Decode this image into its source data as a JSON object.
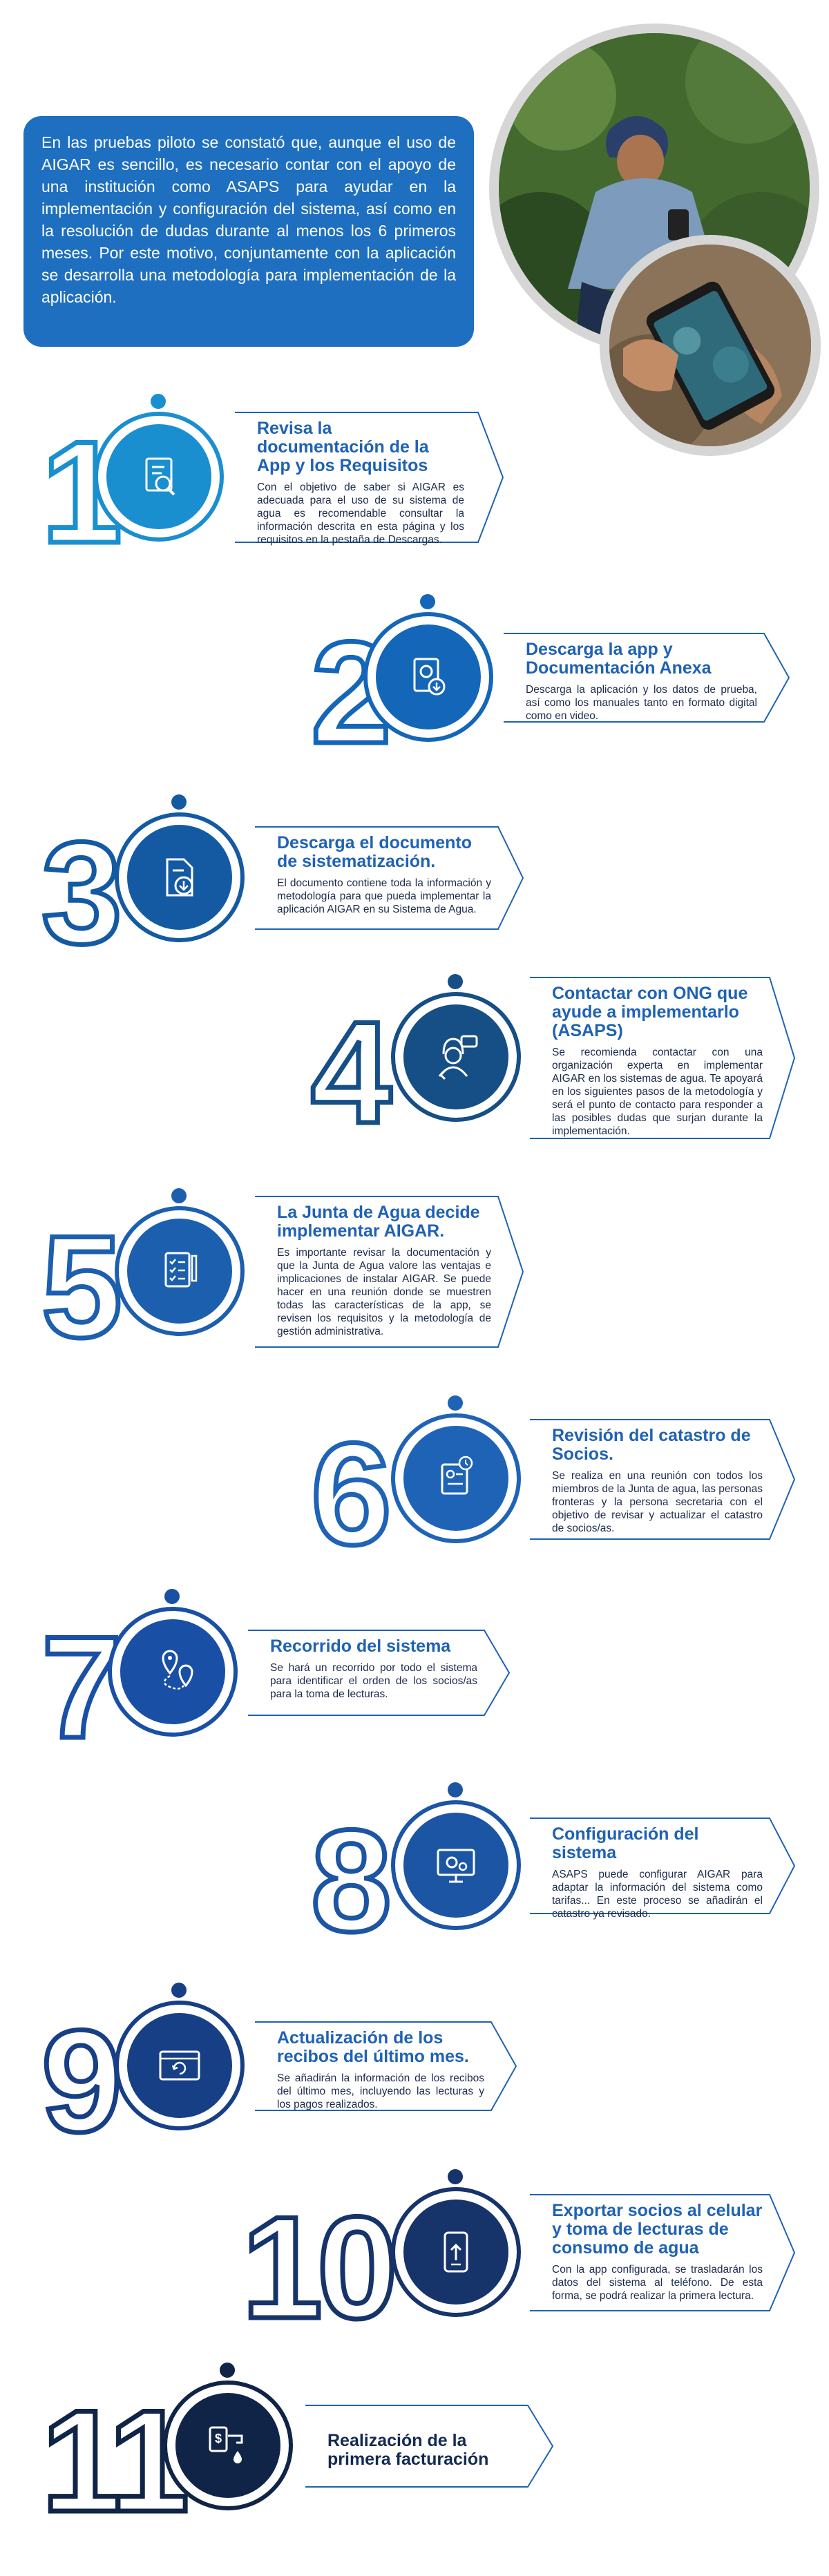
{
  "intro": {
    "text": "En las pruebas piloto se constató que, aunque el uso de AIGAR es sencillo, es necesario contar con el apoyo de una institución como ASAPS para ayudar en la implementación y configuración del sistema, así como en la resolución de dudas durante al menos los 6 primeros meses. Por este motivo, conjuntamente con la aplicación se desarrolla una metodología para implementación de la aplicación."
  },
  "photos": {
    "main": "field-worker-photo",
    "detail": "phone-in-hand-photo"
  },
  "colors": {
    "primary": "#1f62b4",
    "step_1": "#1a8fd0",
    "step_2": "#1466b8",
    "step_3": "#145aa3",
    "step_4": "#164e86",
    "step_5": "#1c5fae",
    "step_6": "#1f63b7",
    "step_7": "#1a4fa6",
    "step_8": "#1b55a3",
    "step_9": "#173f86",
    "step_10": "#16336a",
    "step_11": "#0f2446"
  },
  "steps": [
    {
      "number": "1",
      "title": "Revisa la documentación de la App y los Requisitos",
      "description": "Con el objetivo de saber si AIGAR es adecuada para el uso de su sistema de agua es recomendable consultar la información descrita en esta página y los requisitos en la pestaña de Descargas.",
      "icon": "document-search-icon"
    },
    {
      "number": "2",
      "title": "Descarga la app y Documentación Anexa",
      "description": "Descarga la aplicación y los datos de prueba, así como los manuales tanto en formato digital como en video.",
      "icon": "manual-download-icon"
    },
    {
      "number": "3",
      "title": "Descarga el documento de sistematización.",
      "description": "El documento contiene toda la información y metodología para que pueda implementar la aplicación AIGAR en su Sistema de Agua.",
      "icon": "document-download-icon"
    },
    {
      "number": "4",
      "title": "Contactar con ONG que ayude a implementarlo (ASAPS)",
      "description": "Se recomienda contactar con una organización experta en implementar AIGAR en los sistemas de agua. Te apoyará en los siguientes pasos de la metodología y será el punto de contacto para responder a las posibles dudas que surjan durante la implementación.",
      "icon": "support-agent-icon"
    },
    {
      "number": "5",
      "title": "La Junta de Agua decide implementar AIGAR.",
      "description": "Es importante revisar la documentación y que la Junta de Agua valore las ventajas e implicaciones de instalar AIGAR. Se puede hacer en una reunión donde se muestren todas las características de la app, se revisen los requisitos y la metodología de gestión administrativa.",
      "icon": "checklist-icon"
    },
    {
      "number": "6",
      "title": "Revisión del catastro de Socios.",
      "description": "Se realiza en una reunión con todos los miembros de la Junta de agua, las personas fronteras y la persona secretaria con el objetivo de revisar y actualizar el catastro de socios/as.",
      "icon": "catastro-review-icon"
    },
    {
      "number": "7",
      "title": "Recorrido del sistema",
      "description": "Se hará un recorrido por todo el sistema para identificar el orden de los socios/as para la toma de lecturas.",
      "icon": "route-pins-icon"
    },
    {
      "number": "8",
      "title": "Configuración del sistema",
      "description": "ASAPS puede configurar AIGAR para adaptar la información del sistema como tarifas... En este proceso se añadirán el catastro ya revisado.",
      "icon": "settings-monitor-icon"
    },
    {
      "number": "9",
      "title": "Actualización de los recibos del último mes.",
      "description": "Se añadirán la información de los recibos del último mes, incluyendo las lecturas y los pagos realizados.",
      "icon": "browser-refresh-icon"
    },
    {
      "number": "10",
      "title": "Exportar socios al celular y toma de lecturas de consumo de agua",
      "description": "Con la app configurada, se trasladarán los datos del sistema al teléfono. De esta forma, se podrá realizar la primera lectura.",
      "icon": "phone-upload-icon"
    },
    {
      "number": "11",
      "title": "Realización de la primera facturación",
      "description": "",
      "icon": "invoice-water-icon"
    }
  ]
}
